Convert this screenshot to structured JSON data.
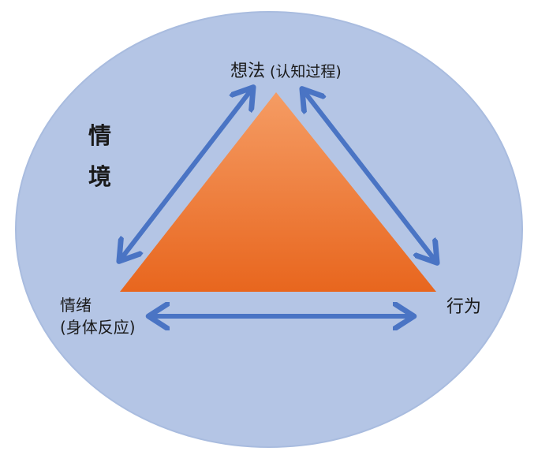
{
  "colors": {
    "ellipse_fill": "#b4c5e5",
    "ellipse_edge": "#a9bcdf",
    "triangle_top": "#f59c64",
    "triangle_bottom": "#e8661e",
    "arrow": "#4a74c4",
    "text": "#1a1a1a"
  },
  "labels": {
    "thought": "想法",
    "thought_sub": "(认知过程)",
    "situation_line1": "情",
    "situation_line2": "境",
    "emotion_line1": "情绪",
    "emotion_line2": "(身体反应)",
    "behavior": "行为"
  }
}
